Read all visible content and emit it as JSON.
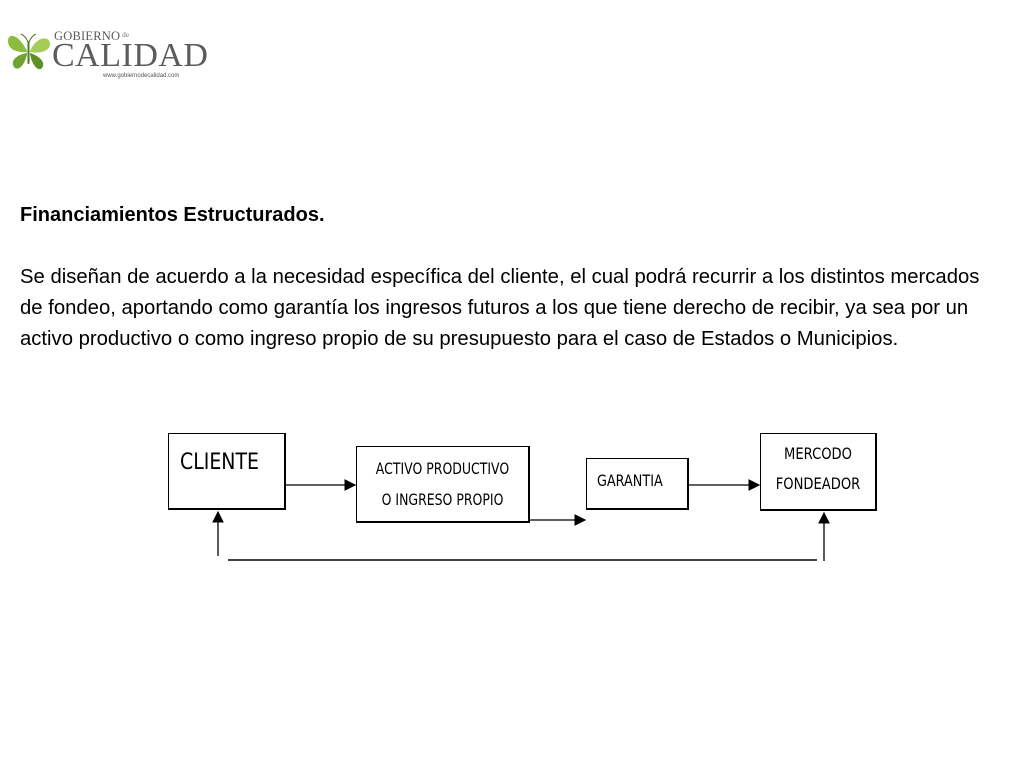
{
  "logo": {
    "top_text": "GOBIERNO",
    "top_small": "de",
    "main_text": "CALIDAD",
    "url": "www.gobiernodecalidad.com",
    "icon": "butterfly-icon",
    "colors": {
      "leaf_green": "#8dbb3e",
      "dark_green": "#5f8f27",
      "text_gray": "#5c5c5c"
    }
  },
  "heading": "Financiamientos Estructurados.",
  "paragraph": "Se diseñan de acuerdo a la necesidad específica del cliente, el cual podrá recurrir a los distintos mercados de fondeo, aportando como garantía los ingresos futuros a los que tiene derecho de recibir, ya sea por un activo productivo o como ingreso propio de su presupuesto para el caso de Estados o Municipios.",
  "diagram": {
    "nodes": {
      "cliente": {
        "label": "CLIENTE"
      },
      "activo": {
        "line1": "ACTIVO PRODUCTIVO",
        "line2": "O INGRESO PROPIO"
      },
      "garantia": {
        "label": "GARANTIA"
      },
      "mercodo": {
        "line1": "MERCODO",
        "line2": "FONDEADOR"
      }
    },
    "edges": [
      {
        "from": "cliente",
        "to": "activo"
      },
      {
        "from": "activo",
        "to": "garantia"
      },
      {
        "from": "garantia",
        "to": "mercodo"
      },
      {
        "from": "mercodo",
        "to": "cliente"
      }
    ]
  }
}
